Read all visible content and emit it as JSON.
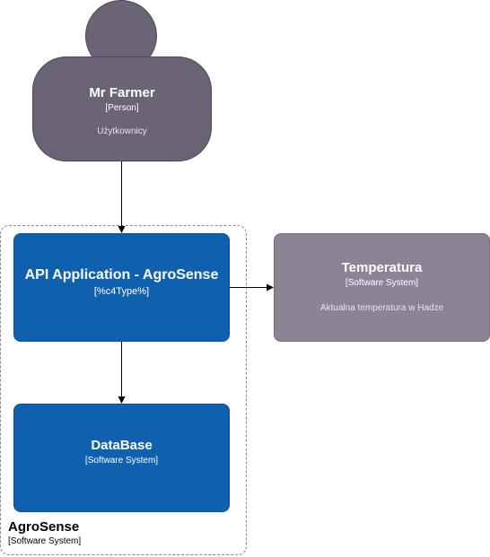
{
  "person": {
    "name": "Mr Farmer",
    "type": "[Person]",
    "description": "Użytkownicy"
  },
  "boundary": {
    "title": "AgroSense",
    "type": "[Software System]"
  },
  "api": {
    "title": "API Application - AgroSense",
    "type": "[%c4Type%]"
  },
  "database": {
    "title": "DataBase",
    "type": "[Software System]"
  },
  "temperature": {
    "title": "Temperatura",
    "type": "[Software System]",
    "description": "Aktualna temperatura w Hadze"
  },
  "colors": {
    "person": "#6b6477",
    "container": "#1060b0",
    "external": "#8c8496"
  }
}
